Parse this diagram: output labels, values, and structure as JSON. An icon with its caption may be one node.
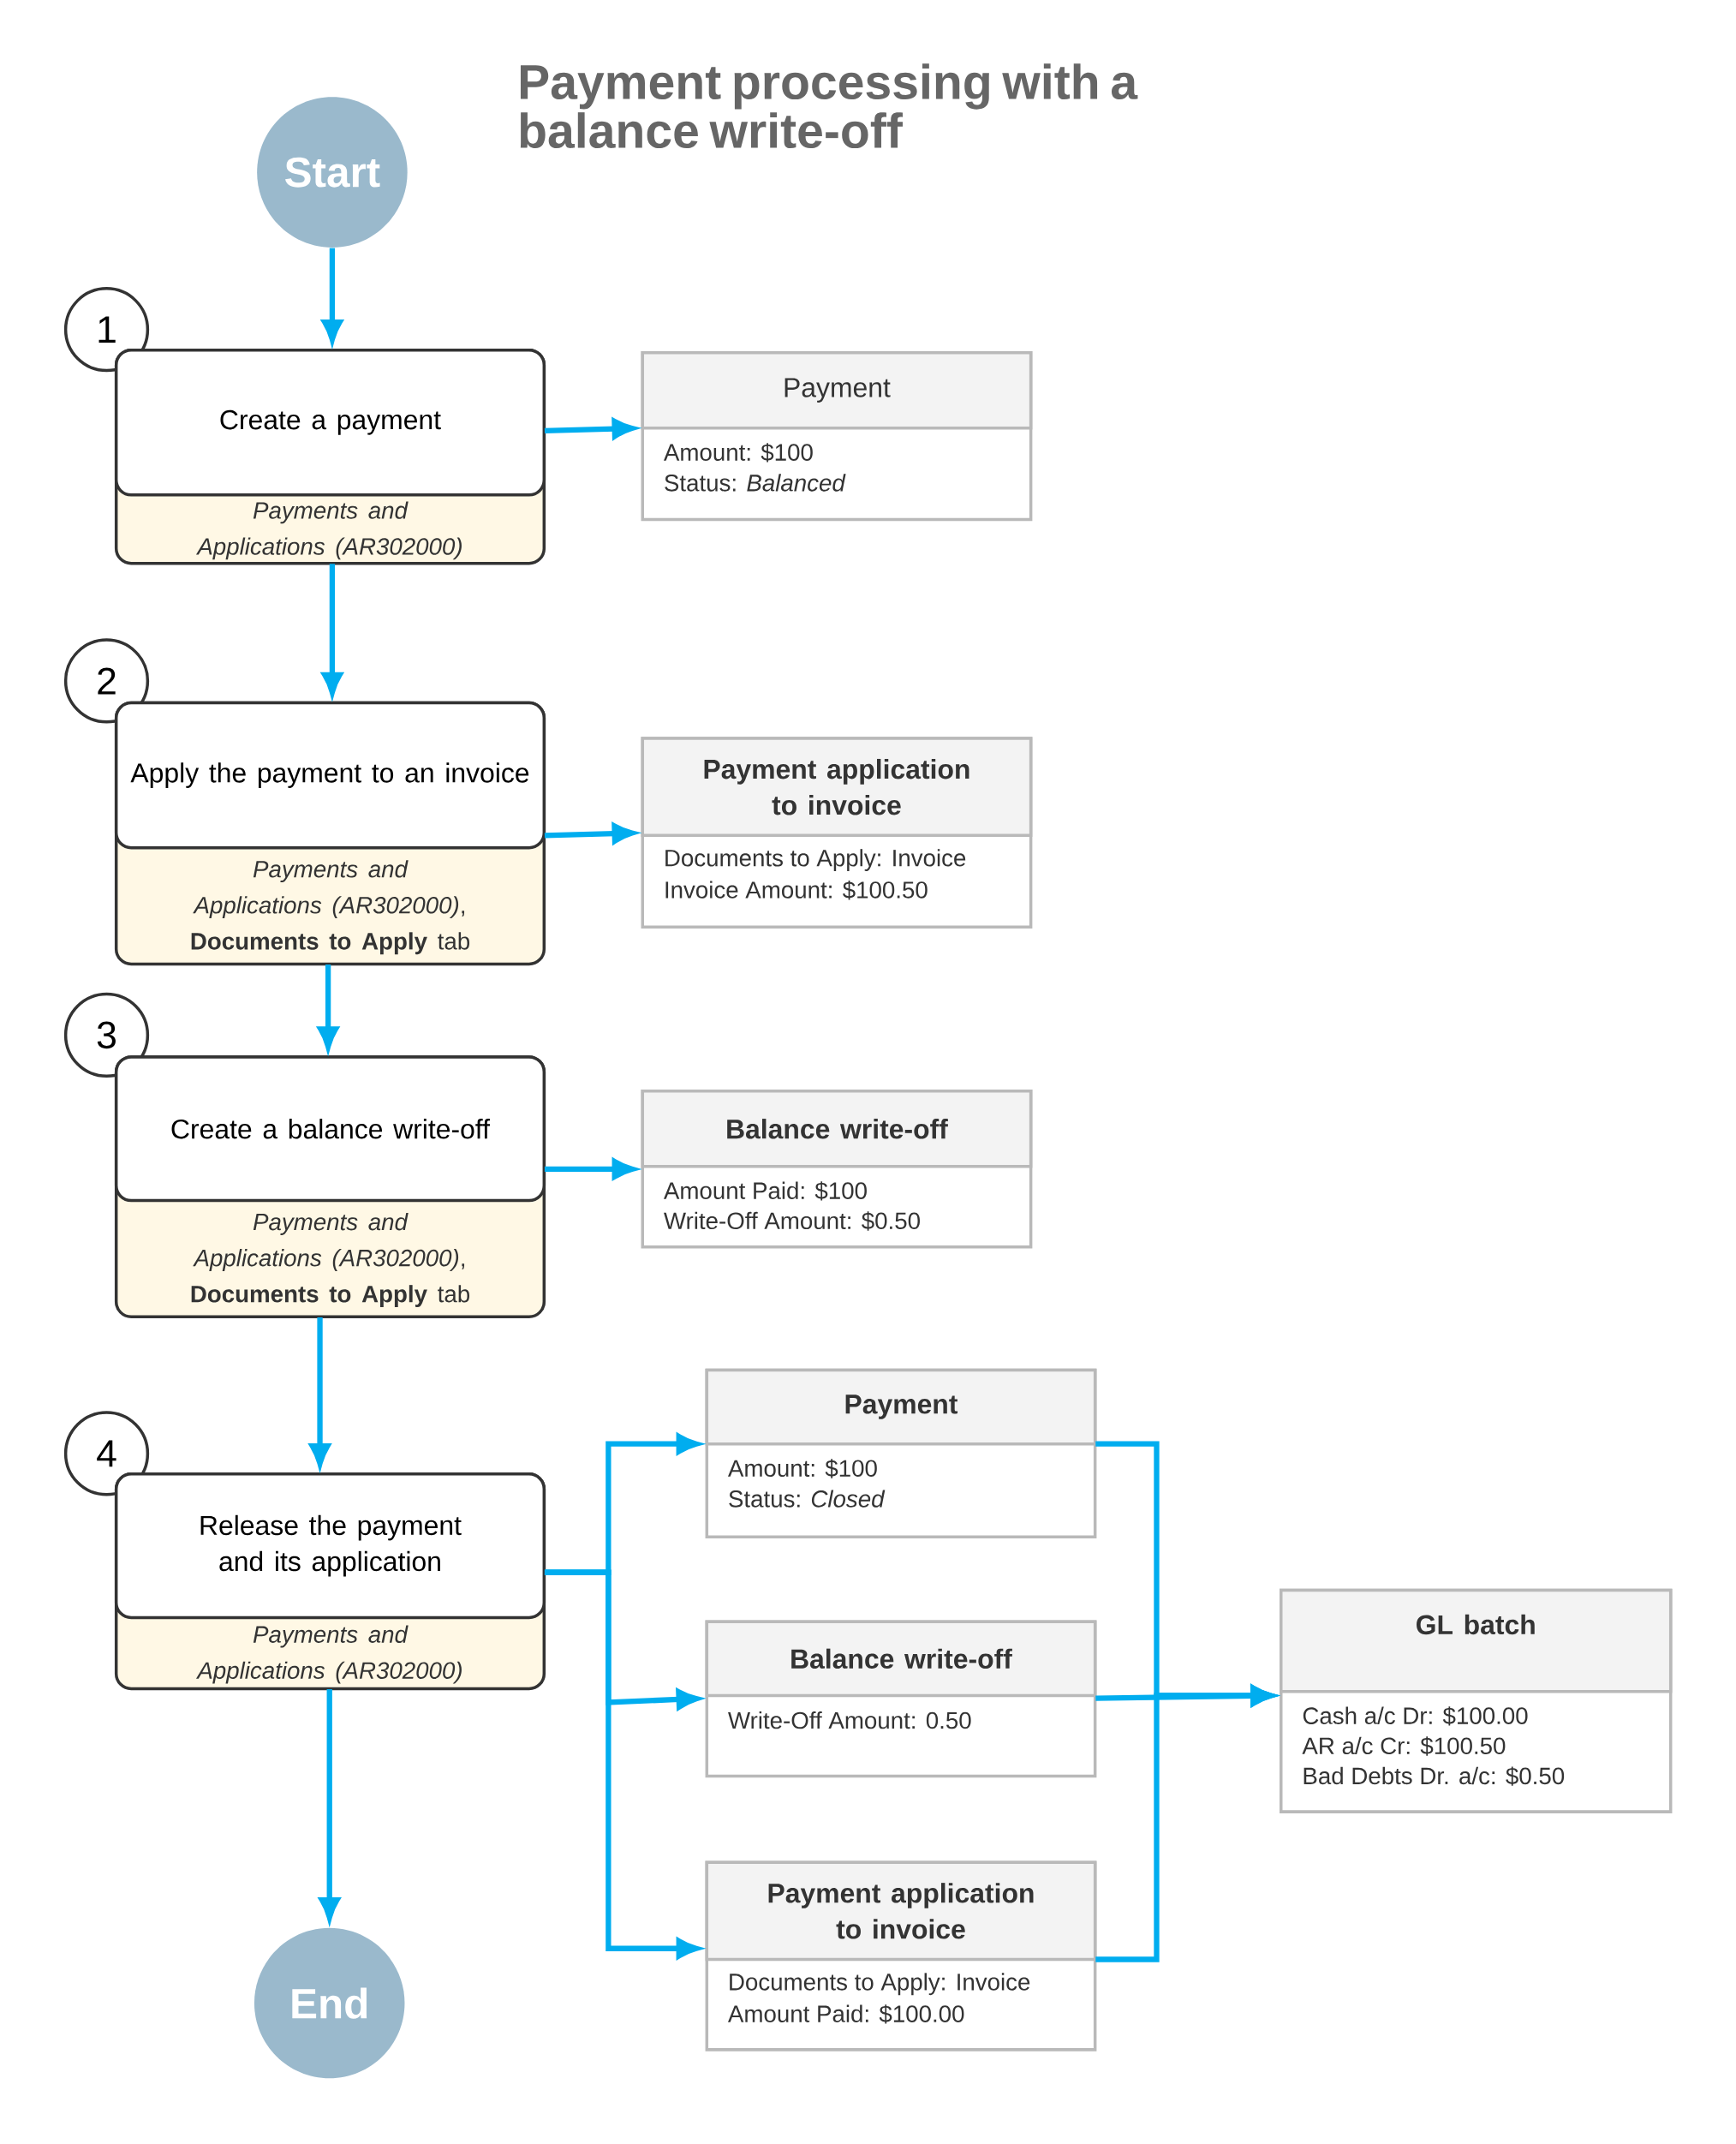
{
  "diagram": {
    "title": "Payment processing with a balance write-off",
    "nodes": [
      {
        "text": [
          "Start"
        ]
      },
      {
        "text": [
          "1"
        ]
      },
      {
        "text": [
          "Create a payment",
          "*Payments and Applications (AR302000)*"
        ]
      },
      {
        "text": [
          "Payment",
          "Amount: $100",
          "Status: *Balanced*"
        ]
      },
      {
        "text": [
          "2"
        ]
      },
      {
        "text": [
          "Apply the payment to an invoice",
          "*Payments and Applications (AR302000)*, **Documents to Apply** tab"
        ]
      },
      {
        "text": [
          "Payment application to invoice",
          "Documents to Apply: Invoice",
          "Invoice Amount: $100.50"
        ]
      },
      {
        "text": [
          "3"
        ]
      },
      {
        "text": [
          "Create a balance write-off",
          "*Payments and Applications (AR302000)*, **Documents to Apply** tab"
        ]
      },
      {
        "text": [
          "Balance write-off",
          "Amount Paid: $100",
          "Write-Off Amount: $0.50"
        ]
      },
      {
        "text": [
          "4"
        ]
      },
      {
        "text": [
          "Release the payment and its application",
          "*Payments and Applications (AR302000)*"
        ]
      },
      {
        "text": [
          "End"
        ]
      },
      {
        "text": [
          "Payment",
          "Amount: $100",
          "Status: *Closed*"
        ]
      },
      {
        "text": [
          "Balance write-off",
          "Write-Off Amount: 0.50"
        ]
      },
      {
        "text": [
          "Payment application to invoice",
          "Documents to Apply: Invoice",
          "Amount Paid: $100.00"
        ]
      },
      {
        "text": [
          "GL batch",
          "Cash a/c Dr: $100.00",
          "AR a/c Cr: $100.50",
          "Bad Debts Dr. a/c: $0.50"
        ]
      }
    ],
    "edges": [
      {
        "from": 0,
        "to": 2,
        "arrow": "to"
      },
      {
        "from": 2,
        "to": 3,
        "arrow": "to"
      },
      {
        "from": 2,
        "to": 5,
        "arrow": "to"
      },
      {
        "from": 5,
        "to": 6,
        "arrow": "to"
      },
      {
        "from": 5,
        "to": 8,
        "arrow": "to"
      },
      {
        "from": 8,
        "to": 9,
        "arrow": "to"
      },
      {
        "from": 8,
        "to": 11,
        "arrow": "to"
      },
      {
        "from": 11,
        "to": 13,
        "arrow": "to"
      },
      {
        "from": 11,
        "to": 14,
        "arrow": "to"
      },
      {
        "from": 11,
        "to": 15,
        "arrow": "to"
      },
      {
        "from": 11,
        "to": 12,
        "arrow": "to"
      },
      {
        "from": 13,
        "to": 16,
        "arrow": "to"
      },
      {
        "from": 14,
        "to": 16,
        "arrow": "to"
      },
      {
        "from": 15,
        "to": 16,
        "arrow": "to"
      }
    ]
  }
}
